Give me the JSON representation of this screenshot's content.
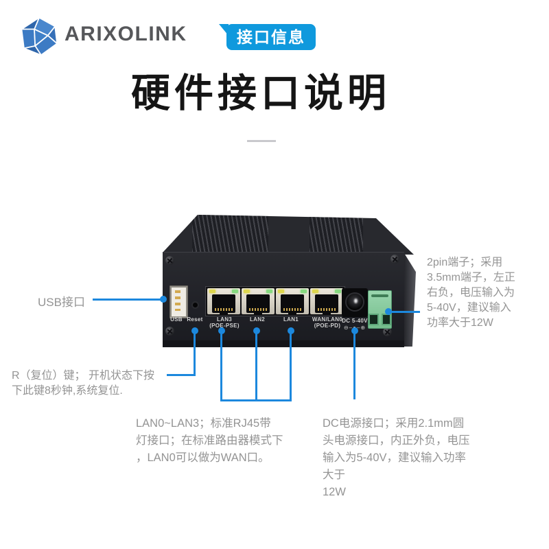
{
  "header": {
    "brand": "ARIXOLINK",
    "badge": "接口信息",
    "title": "硬件接口说明"
  },
  "colors": {
    "accent_line_blue": "#1c88dd",
    "badge_blue": "#0f99dd",
    "logo_blue": "#3d7bc4",
    "annotation_gray": "#949494",
    "device_black": "#202127",
    "terminal_green": "#85c79b"
  },
  "device": {
    "panel_labels": {
      "usb": "USB",
      "reset": "Reset",
      "dc": "DC 5-40V",
      "dc_polarity": "⊖–●–⊕",
      "ports": [
        {
          "name": "LAN3",
          "sub": "(POE-PSE)"
        },
        {
          "name": "LAN2",
          "sub": ""
        },
        {
          "name": "LAN1",
          "sub": ""
        },
        {
          "name": "WAN/LAN0",
          "sub": "(POE-PD)"
        }
      ]
    }
  },
  "annotations": {
    "usb": "USB接口",
    "reset": "R（复位）键； 开机状态下按\n下此键8秒钟,系统复位.",
    "lan": "LAN0~LAN3；标准RJ45带\n灯接口；在标准路由器模式下\n，LAN0可以做为WAN口。",
    "dc": "DC电源接口；采用2.1mm圆\n头电源接口，内正外负，电压\n输入为5-40V，建议输入功率\n大于\n12W",
    "pin2": "2pin端子；采用\n3.5mm端子，左正\n右负，电压输入为\n5-40V，建议输入\n功率大于12W"
  }
}
